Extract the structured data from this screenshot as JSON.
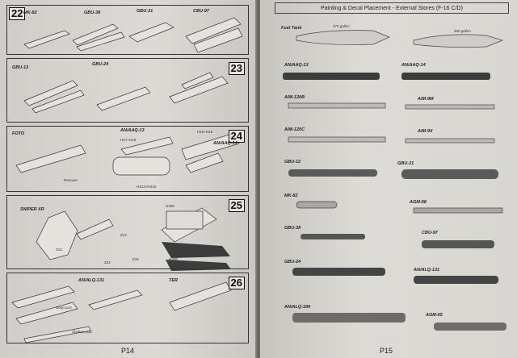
{
  "left_page": {
    "footer": "P14",
    "panels": [
      {
        "number": "22",
        "items": [
          "MK-82",
          "GBU-38",
          "GBU-31",
          "CBU-97"
        ]
      },
      {
        "number": "23",
        "items": [
          "GBU-12",
          "GBU-24"
        ]
      },
      {
        "number": "24",
        "items": [
          "FOTO",
          "AN/AAQ-13",
          "AN/AAQ-14"
        ],
        "notes": [
          "Remove",
          "H17+H19",
          "H15+H18",
          "H413+H416"
        ]
      },
      {
        "number": "25",
        "items": [
          "SNIPER XR"
        ],
        "notes": [
          "H308",
          "H305",
          "Z12",
          "Z15",
          "Z22",
          "Z13"
        ]
      },
      {
        "number": "26",
        "items": [
          "AN/ALQ-131",
          "TER"
        ],
        "notes": [
          "Deep pod",
          "Shallow pod"
        ]
      }
    ]
  },
  "right_page": {
    "header": "Painting & Decal Placement - External Stores (F-16 C/D)",
    "footer": "P15",
    "items": [
      "Fuel Tank",
      "370 gallon",
      "300 gallon",
      "AN/AAQ-13",
      "AN/AAQ-14",
      "AIM-120B",
      "AIM-9M",
      "AIM-120C",
      "AIM-9X",
      "GBU-12",
      "GBU-31",
      "MK-82",
      "AGM-88",
      "GBU-38",
      "CBU-97",
      "GBU-24",
      "AN/ALQ-131",
      "AN/ALQ-184",
      "AGM-65"
    ]
  },
  "colors": {
    "paper": "#d9d7d2",
    "ink": "#222222",
    "dark_part": "#3c3c3c",
    "grey_part": "#8a8a8a"
  }
}
